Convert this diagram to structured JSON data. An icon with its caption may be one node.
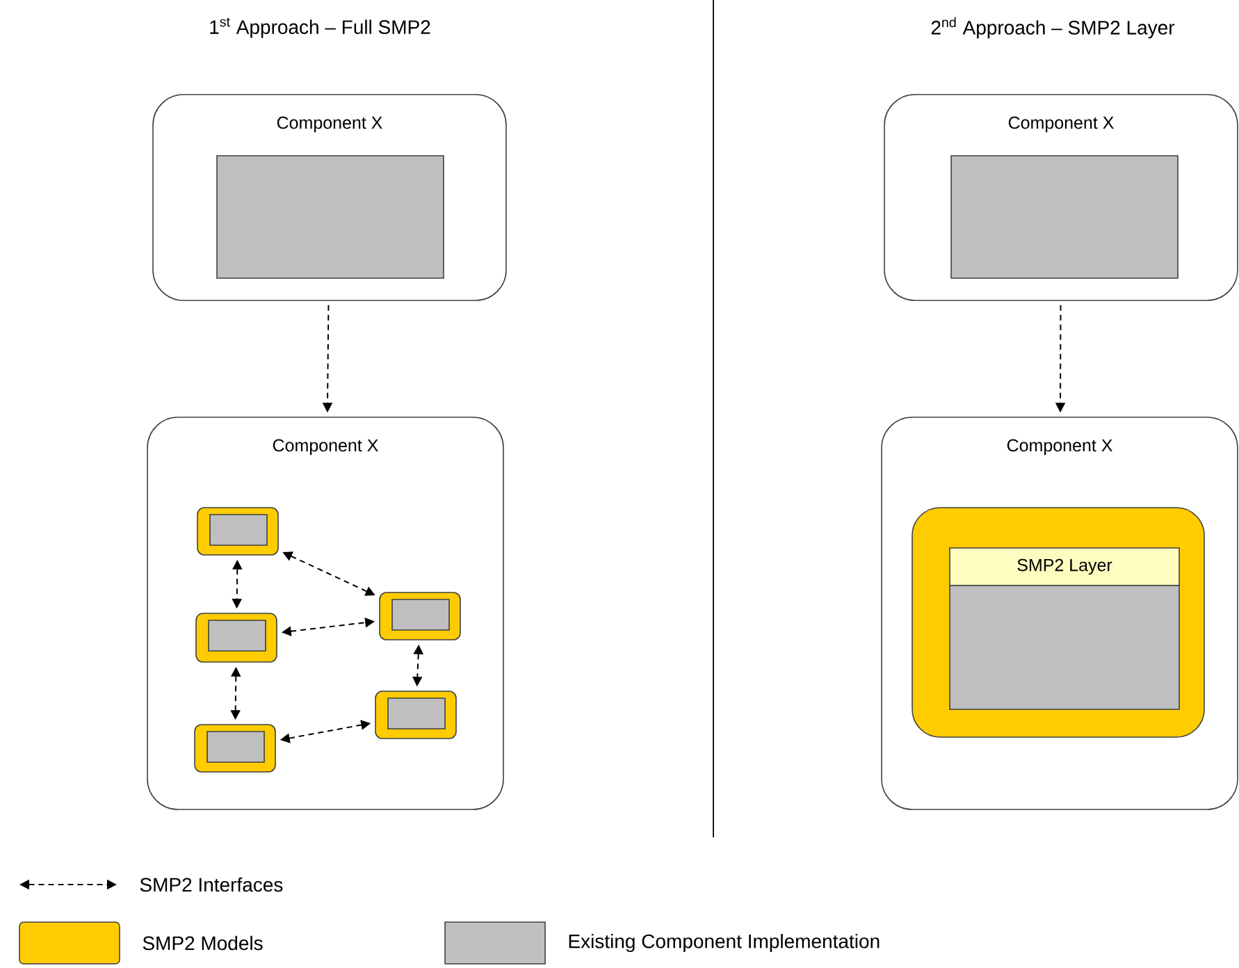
{
  "diagram": {
    "nodes": [
      {
        "text": [
          "Component X"
        ]
      },
      {
        "text": [],
        "shape": "box",
        "in": 0
      },
      {
        "text": [
          "Component X"
        ]
      },
      {
        "text": [],
        "shape": "box",
        "in": 2
      },
      {
        "text": [],
        "shape": "box",
        "in": 3
      },
      {
        "text": [],
        "shape": "box",
        "in": 2
      },
      {
        "text": [],
        "shape": "box",
        "in": 5
      },
      {
        "text": [],
        "shape": "box",
        "in": 2
      },
      {
        "text": [],
        "shape": "box",
        "in": 7
      },
      {
        "text": [],
        "shape": "box",
        "in": 2
      },
      {
        "text": [],
        "shape": "box",
        "in": 9
      },
      {
        "text": [],
        "shape": "box",
        "in": 2
      },
      {
        "text": [],
        "shape": "box",
        "in": 11
      },
      {
        "text": [
          "Component X"
        ]
      },
      {
        "text": [],
        "shape": "box",
        "in": 13
      },
      {
        "text": [
          "Component X"
        ]
      },
      {
        "text": [],
        "shape": "box",
        "in": 15
      },
      {
        "text": [
          "SMP2 Layer"
        ],
        "in": 16
      },
      {
        "text": [],
        "shape": "box",
        "in": 16
      }
    ],
    "edges": [
      {
        "from": 0,
        "to": 2,
        "arrow": "to",
        "style": "dashed"
      },
      {
        "from": 13,
        "to": 15,
        "arrow": "to",
        "style": "dashed"
      },
      {
        "from": 3,
        "to": 7,
        "arrow": "both",
        "style": "dashed"
      },
      {
        "from": 3,
        "to": 5,
        "arrow": "both",
        "style": "dashed"
      },
      {
        "from": 7,
        "to": 5,
        "arrow": "both",
        "style": "dashed"
      },
      {
        "from": 5,
        "to": 9,
        "arrow": "both",
        "style": "dashed"
      },
      {
        "from": 7,
        "to": 11,
        "arrow": "both",
        "style": "dashed"
      },
      {
        "from": 11,
        "to": 9,
        "arrow": "both",
        "style": "dashed"
      }
    ],
    "labels": [
      "1$^{st}$ Approach – Full SMP2",
      "2$^{nd}$ Approach – SMP2 Layer"
    ],
    "legend": [
      {
        "text": "SMP2 Interfaces"
      },
      {
        "text": "SMP2 Models",
        "color": "#ffcc00"
      },
      {
        "text": "Existing Component Implementation",
        "color": "#c0c0c0"
      }
    ]
  }
}
